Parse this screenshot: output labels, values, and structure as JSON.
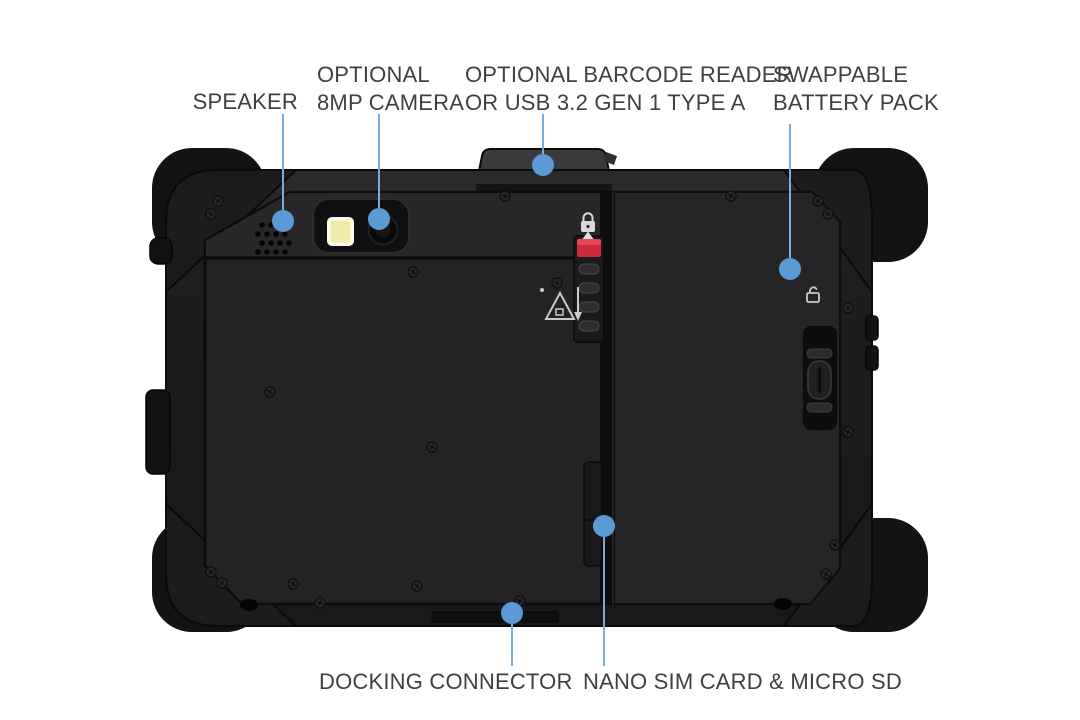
{
  "diagram": {
    "alt": "Rugged tablet rear view with feature callouts",
    "background": "#ffffff"
  },
  "colors": {
    "callout_dot": "#5b9bd5",
    "callout_line": "#79aad9",
    "label_text": "#3f3f3f",
    "device_body": "#1c1c1e",
    "device_panel": "#232325",
    "latch_red": "#ce2a39",
    "camera_flash": "#f1e9a6"
  },
  "callouts": {
    "speaker": {
      "label": "SPEAKER"
    },
    "camera": {
      "line1": "OPTIONAL",
      "line2": "8MP CAMERA"
    },
    "barcode_usb": {
      "line1": "OPTIONAL BARCODE READER",
      "line2": "OR USB 3.2 GEN 1 TYPE A"
    },
    "battery": {
      "line1": "SWAPPABLE",
      "line2": "BATTERY PACK"
    },
    "docking": {
      "label": "DOCKING CONNECTOR"
    },
    "sim_sd": {
      "label": "NANO SIM CARD & MICRO SD"
    }
  }
}
